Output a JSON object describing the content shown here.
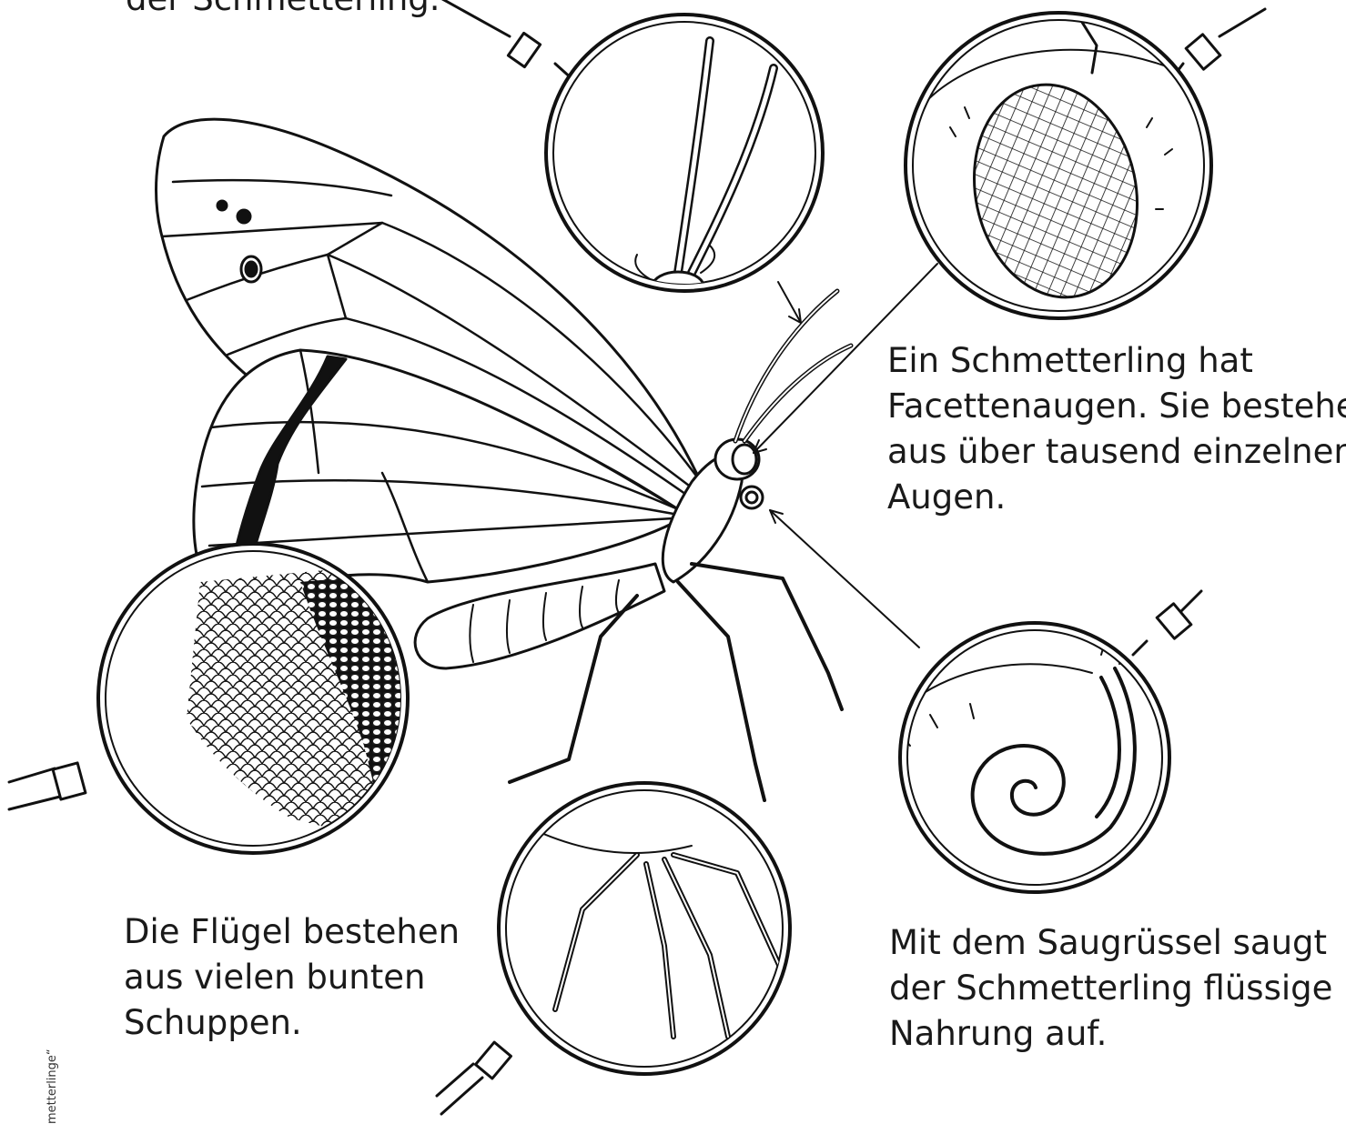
{
  "texts": {
    "top_left": [
      "der Schmetterling."
    ],
    "eyes": [
      "Ein Schmetterling hat",
      "Facettenaugen. Sie bestehen",
      "aus über tausend einzelnen",
      "Augen."
    ],
    "wings": [
      "Die Flügel bestehen",
      "aus vielen bunten",
      "Schuppen."
    ],
    "proboscis": [
      "Mit dem Saugrüssel saugt",
      "der Schmetterling flüssige",
      "Nahrung auf."
    ],
    "side_credit": "metterlinge“"
  },
  "colors": {
    "ink": "#111111",
    "text": "#1a1a1a",
    "background": "#ffffff"
  },
  "icons": [
    "antenna-magnifier-icon",
    "compound-eye-magnifier-icon",
    "wing-scales-magnifier-icon",
    "proboscis-magnifier-icon",
    "legs-magnifier-icon",
    "butterfly-illustration"
  ]
}
